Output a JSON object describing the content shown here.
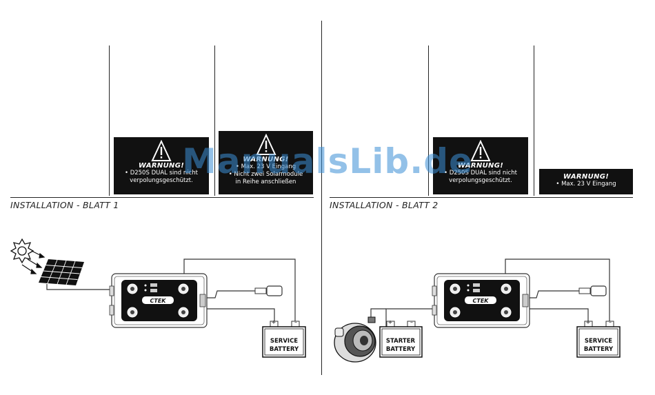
{
  "left": {
    "title": "INSTALLATION - BLATT 1",
    "warnings": [
      {
        "title": "WARNUNG!",
        "lines": [
          "• D250S DUAL sind nicht",
          "verpolungsgeschützt."
        ]
      },
      {
        "title": "WARNUNG!",
        "lines": [
          "• Max. 23 V Eingang",
          "• Nicht zwei Solarmodule",
          "in Reihe anschließen"
        ]
      }
    ],
    "device_brand": "CTEK",
    "battery_label": [
      "SERVICE",
      "BATTERY"
    ]
  },
  "right": {
    "title": "INSTALLATION - BLATT 2",
    "warnings": [
      {
        "title": "WARNUNG!",
        "lines": [
          "• D250S DUAL sind nicht",
          "verpolungsgeschützt."
        ]
      },
      {
        "title": "WARNUNG!",
        "lines": [
          "• Max. 23 V Eingang"
        ]
      }
    ],
    "device_brand": "CTEK",
    "starter_label": [
      "STARTER",
      "BATTERY"
    ],
    "battery_label": [
      "SERVICE",
      "BATTERY"
    ]
  },
  "watermark": "ManualsLib.de",
  "terminal_plus": "+",
  "terminal_minus": "–"
}
